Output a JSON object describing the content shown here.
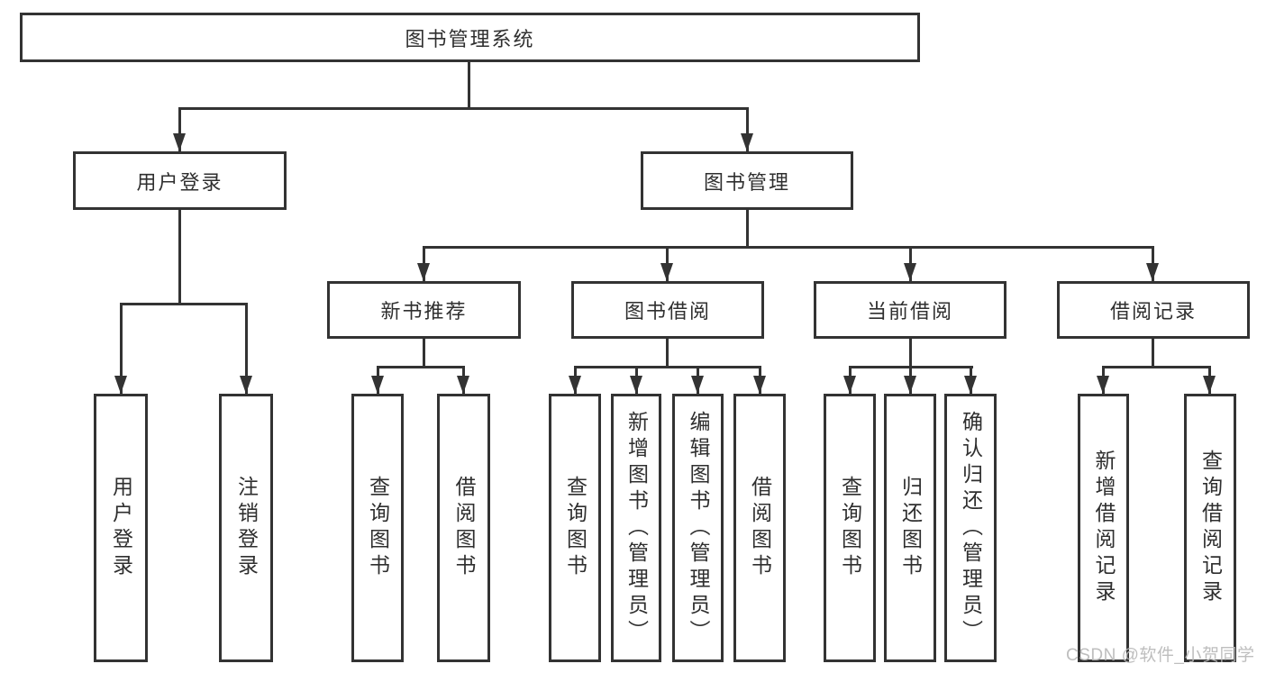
{
  "diagram": {
    "root": {
      "label": "图书管理系统"
    },
    "level2": [
      {
        "label": "用户登录"
      },
      {
        "label": "图书管理"
      }
    ],
    "level3": [
      {
        "label": "新书推荐",
        "parent": "图书管理"
      },
      {
        "label": "图书借阅",
        "parent": "图书管理"
      },
      {
        "label": "当前借阅",
        "parent": "图书管理"
      },
      {
        "label": "借阅记录",
        "parent": "图书管理"
      }
    ],
    "leaves": [
      {
        "label": "用户登录",
        "parent": "用户登录"
      },
      {
        "label": "注销登录",
        "parent": "用户登录"
      },
      {
        "label": "查询图书",
        "parent": "新书推荐"
      },
      {
        "label": "借阅图书",
        "parent": "新书推荐"
      },
      {
        "label": "查询图书",
        "parent": "图书借阅"
      },
      {
        "label": "新增图书（管理员）",
        "parent": "图书借阅"
      },
      {
        "label": "编辑图书（管理员）",
        "parent": "图书借阅"
      },
      {
        "label": "借阅图书",
        "parent": "图书借阅"
      },
      {
        "label": "查询图书",
        "parent": "当前借阅"
      },
      {
        "label": "归还图书",
        "parent": "当前借阅"
      },
      {
        "label": "确认归还（管理员）",
        "parent": "当前借阅"
      },
      {
        "label": "新增借阅记录",
        "parent": "借阅记录"
      },
      {
        "label": "查询借阅记录",
        "parent": "借阅记录"
      }
    ],
    "watermark": "CSDN @软件_小贺同学",
    "colors": {
      "line": "#333333",
      "text": "#2f2f2f",
      "watermark": "#b9b9b9",
      "background": "#ffffff"
    }
  }
}
